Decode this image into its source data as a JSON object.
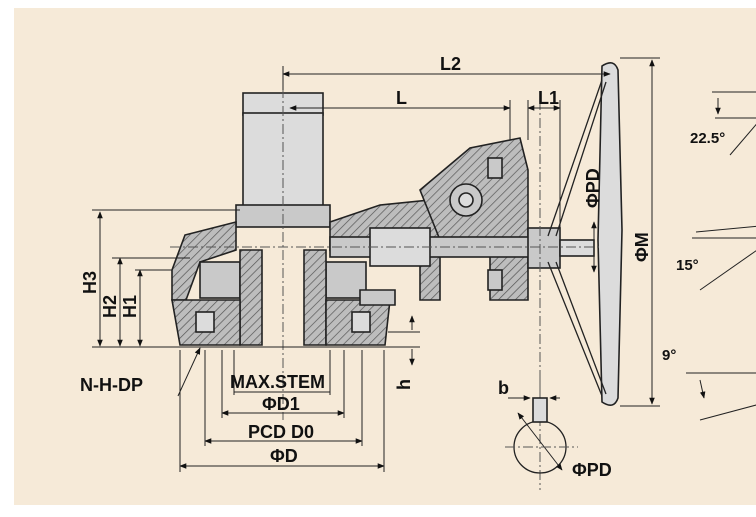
{
  "labels": {
    "l2": "L2",
    "l": "L",
    "l1": "L1",
    "phi_pd_vertical": "ΦPD",
    "phi_m": "ΦM",
    "h3": "H3",
    "h2": "H2",
    "h1": "H1",
    "h": "h",
    "n_h_dp": "N-H-DP",
    "max_stem": "MAX.STEM",
    "phi_d1": "ΦD1",
    "pcd_d0": "PCD D0",
    "phi_d": "ΦD",
    "b": "b",
    "phi_pd_key": "ΦPD",
    "angle_22_5": "22.5°",
    "angle_15": "15°",
    "angle_9": "9°"
  },
  "colors": {
    "background": "#f6ead8",
    "metal": "#c9c9c9",
    "line": "#222222"
  }
}
